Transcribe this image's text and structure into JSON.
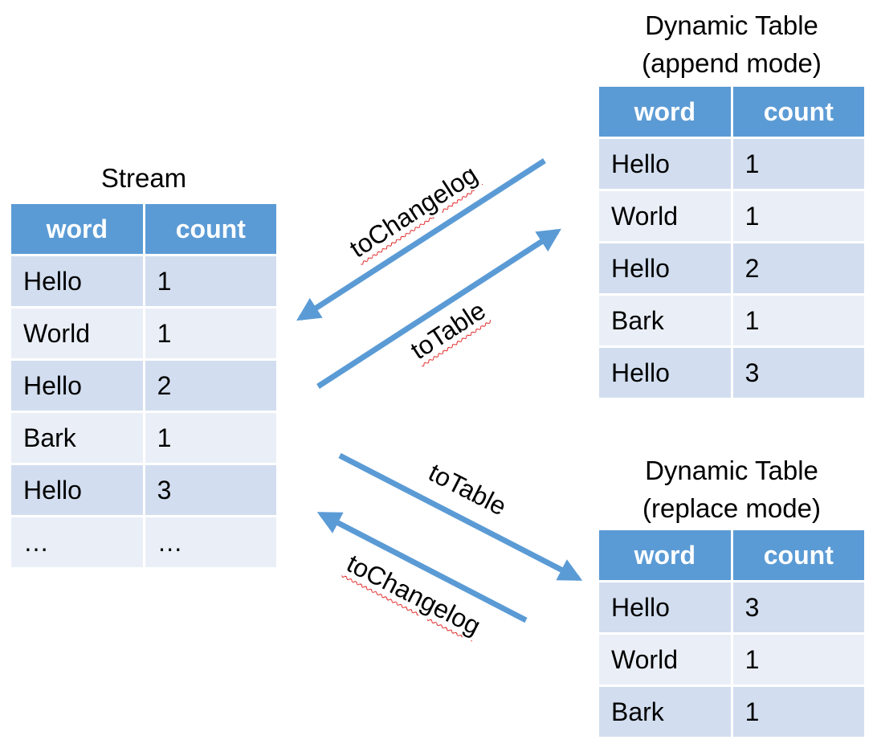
{
  "stream": {
    "title": "Stream",
    "headers": [
      "word",
      "count"
    ],
    "rows": [
      [
        "Hello",
        "1"
      ],
      [
        "World",
        "1"
      ],
      [
        "Hello",
        "2"
      ],
      [
        "Bark",
        "1"
      ],
      [
        "Hello",
        "3"
      ],
      [
        "…",
        "…"
      ]
    ]
  },
  "append_table": {
    "title_line1": "Dynamic Table",
    "title_line2": "(append mode)",
    "headers": [
      "word",
      "count"
    ],
    "rows": [
      [
        "Hello",
        "1"
      ],
      [
        "World",
        "1"
      ],
      [
        "Hello",
        "2"
      ],
      [
        "Bark",
        "1"
      ],
      [
        "Hello",
        "3"
      ]
    ]
  },
  "replace_table": {
    "title_line1": "Dynamic Table",
    "title_line2": "(replace mode)",
    "headers": [
      "word",
      "count"
    ],
    "rows": [
      [
        "Hello",
        "3"
      ],
      [
        "World",
        "1"
      ],
      [
        "Bark",
        "1"
      ]
    ]
  },
  "arrows": {
    "upper_to_changelog": "toChangelog",
    "upper_to_table": "toTable",
    "lower_to_table": "toTable",
    "lower_to_changelog": "toChangelog"
  },
  "colors": {
    "header": "#5b9bd5",
    "row_dark": "#d2deef",
    "row_light": "#eaeff7",
    "arrow": "#5b9bd5"
  }
}
